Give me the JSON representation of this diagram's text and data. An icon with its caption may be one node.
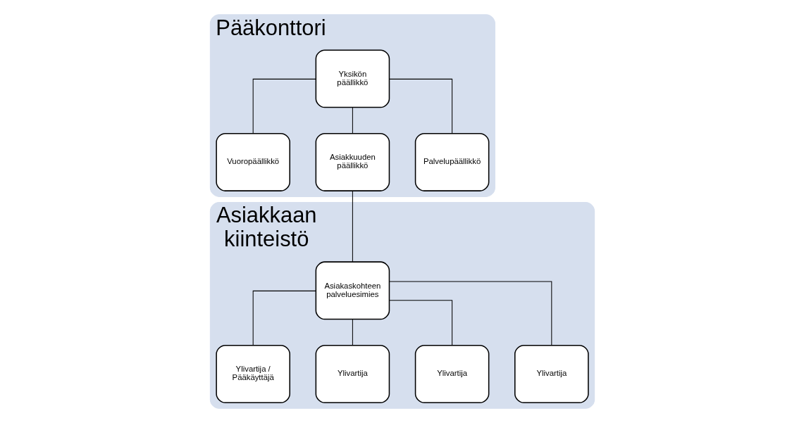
{
  "diagram": {
    "nodes": [
      {
        "text": [
          "Pääkonttori"
        ]
      },
      {
        "text": [
          "Yksikön päällikkö"
        ],
        "in": 0
      },
      {
        "text": [
          "Vuoropäällikkö"
        ],
        "in": 0
      },
      {
        "text": [
          "Asiakkuuden päällikkö"
        ],
        "in": 0
      },
      {
        "text": [
          "Palvelupäällikkö"
        ],
        "in": 0
      },
      {
        "text": [
          "Asiakkaan kiinteistö"
        ]
      },
      {
        "text": [
          "Asiakaskohteen palveluesimies"
        ],
        "in": 5
      },
      {
        "text": [
          "Ylivartija / Pääkäyttäjä"
        ],
        "in": 5
      },
      {
        "text": [
          "Ylivartija"
        ],
        "in": 5
      },
      {
        "text": [
          "Ylivartija"
        ],
        "in": 5
      },
      {
        "text": [
          "Ylivartija"
        ],
        "in": 5
      }
    ],
    "edges": [
      {
        "from": 1,
        "to": 2,
        "arrow": "none"
      },
      {
        "from": 1,
        "to": 3,
        "arrow": "none"
      },
      {
        "from": 1,
        "to": 4,
        "arrow": "none"
      },
      {
        "from": 3,
        "to": 6,
        "arrow": "none"
      },
      {
        "from": 6,
        "to": 7,
        "arrow": "none"
      },
      {
        "from": 6,
        "to": 8,
        "arrow": "none"
      },
      {
        "from": 6,
        "to": 9,
        "arrow": "none"
      },
      {
        "from": 6,
        "to": 10,
        "arrow": "none"
      }
    ]
  }
}
